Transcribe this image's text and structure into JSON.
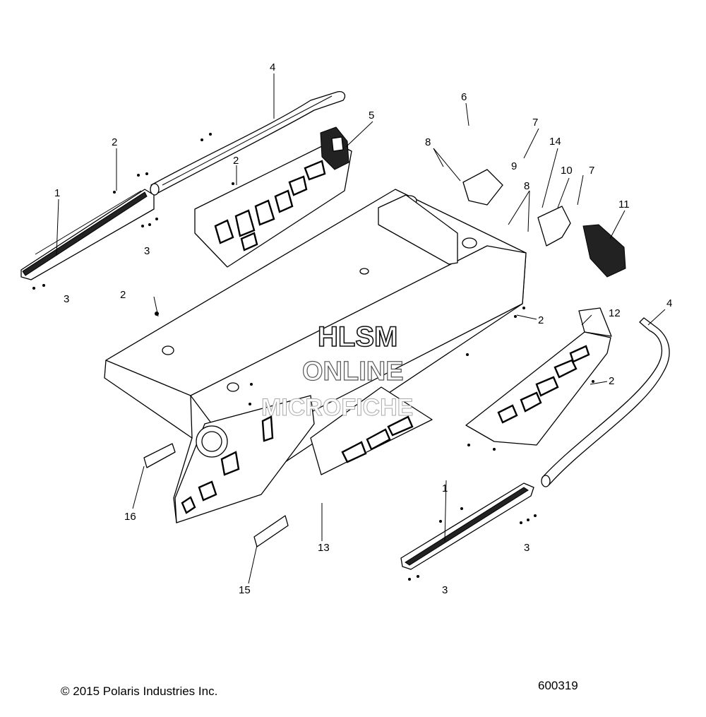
{
  "watermark": {
    "line1": "HLSM",
    "line2": "ONLINE",
    "line3": "MICROFICHE"
  },
  "footer": {
    "copyright": "© 2015 Polaris Industries Inc.",
    "diagram_number": "600319"
  },
  "callouts": {
    "c1a": "1",
    "c1b": "1",
    "c2a": "2",
    "c2b": "2",
    "c2c": "2",
    "c2d": "2",
    "c2e": "2",
    "c3a": "3",
    "c3b": "3",
    "c3c": "3",
    "c3d": "3",
    "c4a": "4",
    "c4b": "4",
    "c5": "5",
    "c6": "6",
    "c7a": "7",
    "c7b": "7",
    "c8a": "8",
    "c8b": "8",
    "c9": "9",
    "c10": "10",
    "c11": "11",
    "c12": "12",
    "c13": "13",
    "c14": "14",
    "c15": "15",
    "c16": "16"
  }
}
